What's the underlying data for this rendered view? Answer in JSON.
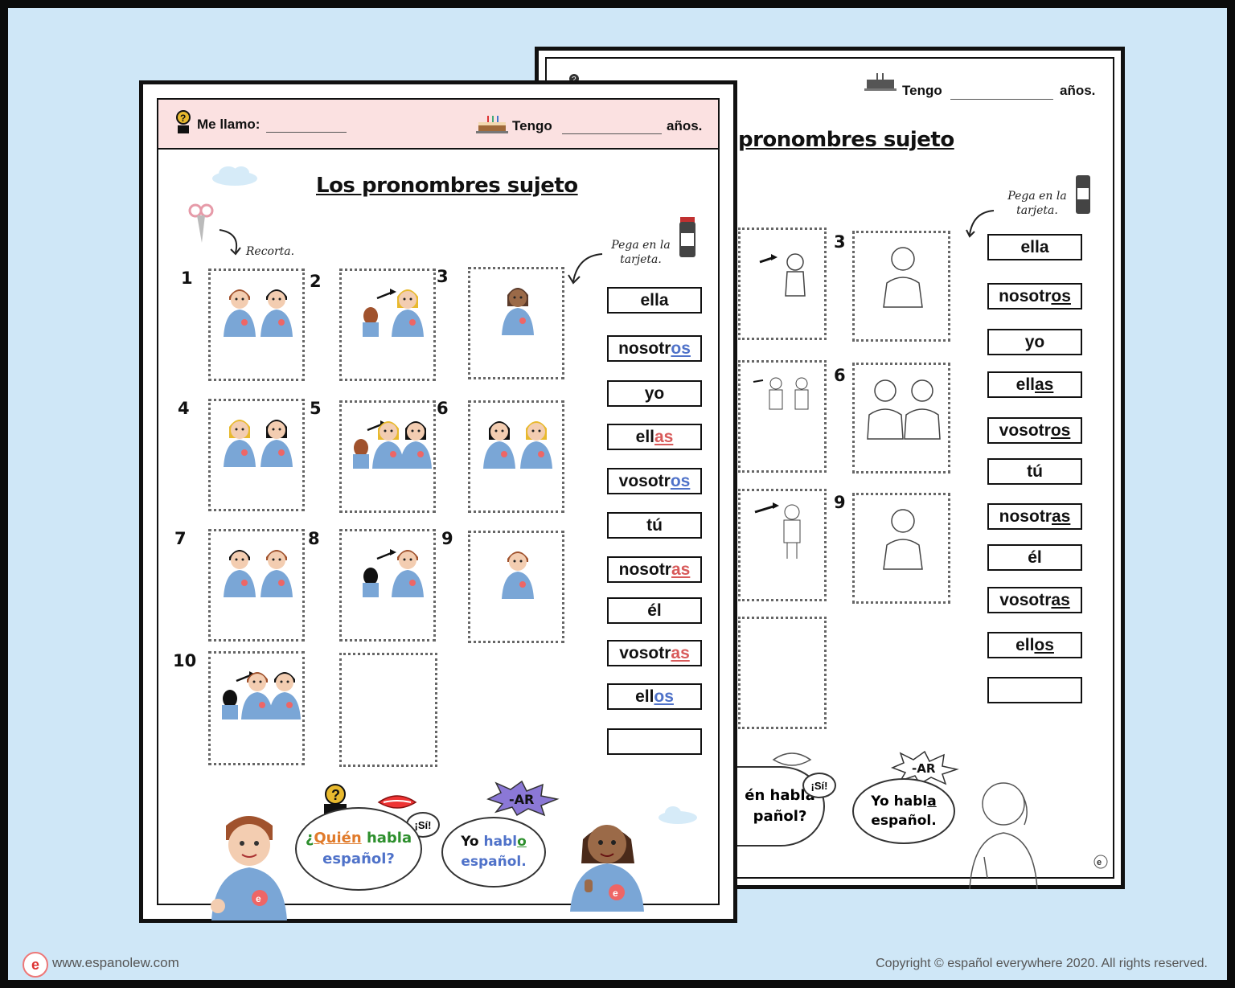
{
  "front": {
    "name_label": "Me llamo:",
    "age_label": "Tengo",
    "age_suffix": "años.",
    "title": "Los pronombres sujeto",
    "cut_note": "Recorta.",
    "glue_note_1": "Pega en la",
    "glue_note_2": "tarjeta.",
    "card_numbers": [
      "1",
      "2",
      "3",
      "4",
      "5",
      "6",
      "7",
      "8",
      "9",
      "10"
    ],
    "word_cards": [
      {
        "stem": "ella",
        "ending": "",
        "ending_color": "plain"
      },
      {
        "stem": "nosotr",
        "ending": "os",
        "ending_color": "masc"
      },
      {
        "stem": "yo",
        "ending": "",
        "ending_color": "plain"
      },
      {
        "stem": "ell",
        "ending": "as",
        "ending_color": "fem"
      },
      {
        "stem": "vosotr",
        "ending": "os",
        "ending_color": "masc"
      },
      {
        "stem": "tú",
        "ending": "",
        "ending_color": "plain"
      },
      {
        "stem": "nosotr",
        "ending": "as",
        "ending_color": "fem"
      },
      {
        "stem": "él",
        "ending": "",
        "ending_color": "plain"
      },
      {
        "stem": "vosotr",
        "ending": "as",
        "ending_color": "fem"
      },
      {
        "stem": "ell",
        "ending": "os",
        "ending_color": "masc"
      },
      {
        "stem": "",
        "ending": "",
        "ending_color": "plain"
      }
    ],
    "bubble_question": {
      "mark_open": "¿",
      "word1": "Quién",
      "word2": "habla",
      "line2": "español?"
    },
    "si_label": "¡Sí!",
    "ar_badge": "-AR",
    "bubble_answer": {
      "word1": "Yo",
      "stem": "habl",
      "ending": "o",
      "line2": "español."
    }
  },
  "back": {
    "age_label": "Tengo",
    "age_suffix": "años.",
    "title": "pronombres sujeto",
    "glue_note_1": "Pega en la",
    "glue_note_2": "tarjeta.",
    "card_numbers": [
      "3",
      "6",
      "9"
    ],
    "word_cards": [
      {
        "stem": "ella",
        "ending": ""
      },
      {
        "stem": "nosotr",
        "ending": "os"
      },
      {
        "stem": "yo",
        "ending": ""
      },
      {
        "stem": "ell",
        "ending": "as"
      },
      {
        "stem": "vosotr",
        "ending": "os"
      },
      {
        "stem": "tú",
        "ending": ""
      },
      {
        "stem": "nosotr",
        "ending": "as"
      },
      {
        "stem": "él",
        "ending": ""
      },
      {
        "stem": "vosotr",
        "ending": "as"
      },
      {
        "stem": "ell",
        "ending": "os"
      },
      {
        "stem": "",
        "ending": ""
      }
    ],
    "bubble_question_line1": "én habla",
    "bubble_question_line2": "pañol?",
    "si_label": "¡Sí!",
    "ar_badge": "-AR",
    "bubble_answer": {
      "word1": "Yo",
      "stem": "habl",
      "ending": "a",
      "line2": "español."
    }
  },
  "footer": {
    "website": "www.espanolew.com",
    "copyright": "Copyright © español everywhere 2020. All rights reserved."
  },
  "colors": {
    "background": "#cfe7f7",
    "header_pink": "#fbe1e1",
    "feminine": "#d85a5a",
    "masculine": "#4f72c9",
    "uniform": "#7aa6d6"
  }
}
